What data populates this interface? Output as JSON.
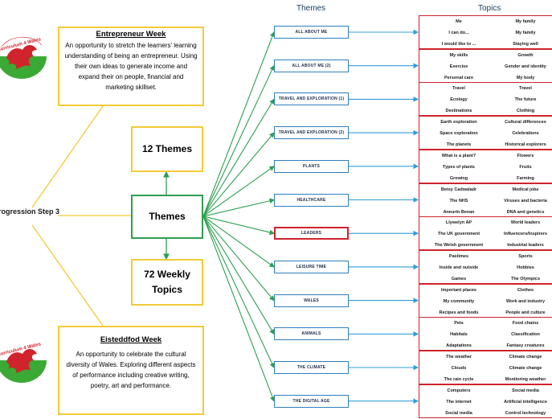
{
  "headers": {
    "themes": "Themes",
    "topics": "Topics"
  },
  "logo_text": "Curriculum 4 Wales",
  "entrepreneur": {
    "title": "Entrepreneur Week",
    "description": "An opportunity to stretch the learners' learning understanding of being an entrepreneur. Using their own ideas to generate income and expand their on people, financial and marketing skillset."
  },
  "eisteddfod": {
    "title": "Eisteddfod Week",
    "description": "An opportunity to celebrate the cultural diversity of Wales. Exploring different aspects of performance including creative writing, poetry, art and performance."
  },
  "progression": "rogression Step 3",
  "center": {
    "label": "Themes"
  },
  "twelve": "12 Themes",
  "seventytwo": {
    "line1": "72 Weekly",
    "line2": "Topics"
  },
  "colors": {
    "yellow": "#f2cb3a",
    "green": "#2e9e50",
    "blue": "#2f7fbf",
    "red": "#d0232b"
  },
  "themes": [
    {
      "label": "All About Me",
      "selected": false
    },
    {
      "label": "All About Me (2)",
      "selected": false
    },
    {
      "label": "Travel and Exploration (1)",
      "selected": false
    },
    {
      "label": "Travel and Exploration (2)",
      "selected": false
    },
    {
      "label": "Plants",
      "selected": false
    },
    {
      "label": "Healthcare",
      "selected": false
    },
    {
      "label": "Leaders",
      "selected": true
    },
    {
      "label": "Leisure Time",
      "selected": false
    },
    {
      "label": "Wales",
      "selected": false
    },
    {
      "label": "Animals",
      "selected": false
    },
    {
      "label": "The Climate",
      "selected": false
    },
    {
      "label": "The Digital Age",
      "selected": false
    }
  ],
  "topics": [
    [
      [
        "Me",
        "My family"
      ],
      [
        "I can do...",
        "My family"
      ],
      [
        "I would like to ...",
        "Staying well"
      ]
    ],
    [
      [
        "My skills",
        "Growth"
      ],
      [
        "Exercise",
        "Gender and identity"
      ],
      [
        "Personal care",
        "My body"
      ]
    ],
    [
      [
        "Travel",
        "Travel"
      ],
      [
        "Ecology",
        "The future"
      ],
      [
        "Destinations",
        "Clothing"
      ]
    ],
    [
      [
        "Earth exploration",
        "Cultural differences"
      ],
      [
        "Space exploration",
        "Celebrations"
      ],
      [
        "The planets",
        "Historical explorers"
      ]
    ],
    [
      [
        "What is a plant?",
        "Flowers"
      ],
      [
        "Types of plants",
        "Fruits"
      ],
      [
        "Growing",
        "Farming"
      ]
    ],
    [
      [
        "Betsy Cadwaladr",
        "Medical jobs"
      ],
      [
        "The NHS",
        "Viruses and bacteria"
      ],
      [
        "Aneurin Bevan",
        "DNA and genetics"
      ]
    ],
    [
      [
        "Llywelyn AP",
        "World leaders"
      ],
      [
        "The UK government",
        "Influencers/Inspirers"
      ],
      [
        "The Welsh government",
        "Industrial leaders"
      ]
    ],
    [
      [
        "Pastimes",
        "Sports"
      ],
      [
        "Inside and outside",
        "Hobbies"
      ],
      [
        "Games",
        "The Olympics"
      ]
    ],
    [
      [
        "Important places",
        "Clothes"
      ],
      [
        "My community",
        "Work and industry"
      ],
      [
        "Recipes and foods",
        "People and culture"
      ]
    ],
    [
      [
        "Pets",
        "Food chains"
      ],
      [
        "Habitats",
        "Classification"
      ],
      [
        "Adaptations",
        "Fantasy creatures"
      ]
    ],
    [
      [
        "The weather",
        "Climate change"
      ],
      [
        "Clouds",
        "Climate change"
      ],
      [
        "The rain cycle",
        "Monitoring weather"
      ]
    ],
    [
      [
        "Computers",
        "Social media"
      ],
      [
        "The internet",
        "Artificial intelligence"
      ],
      [
        "Social media",
        "Control technology"
      ]
    ]
  ]
}
